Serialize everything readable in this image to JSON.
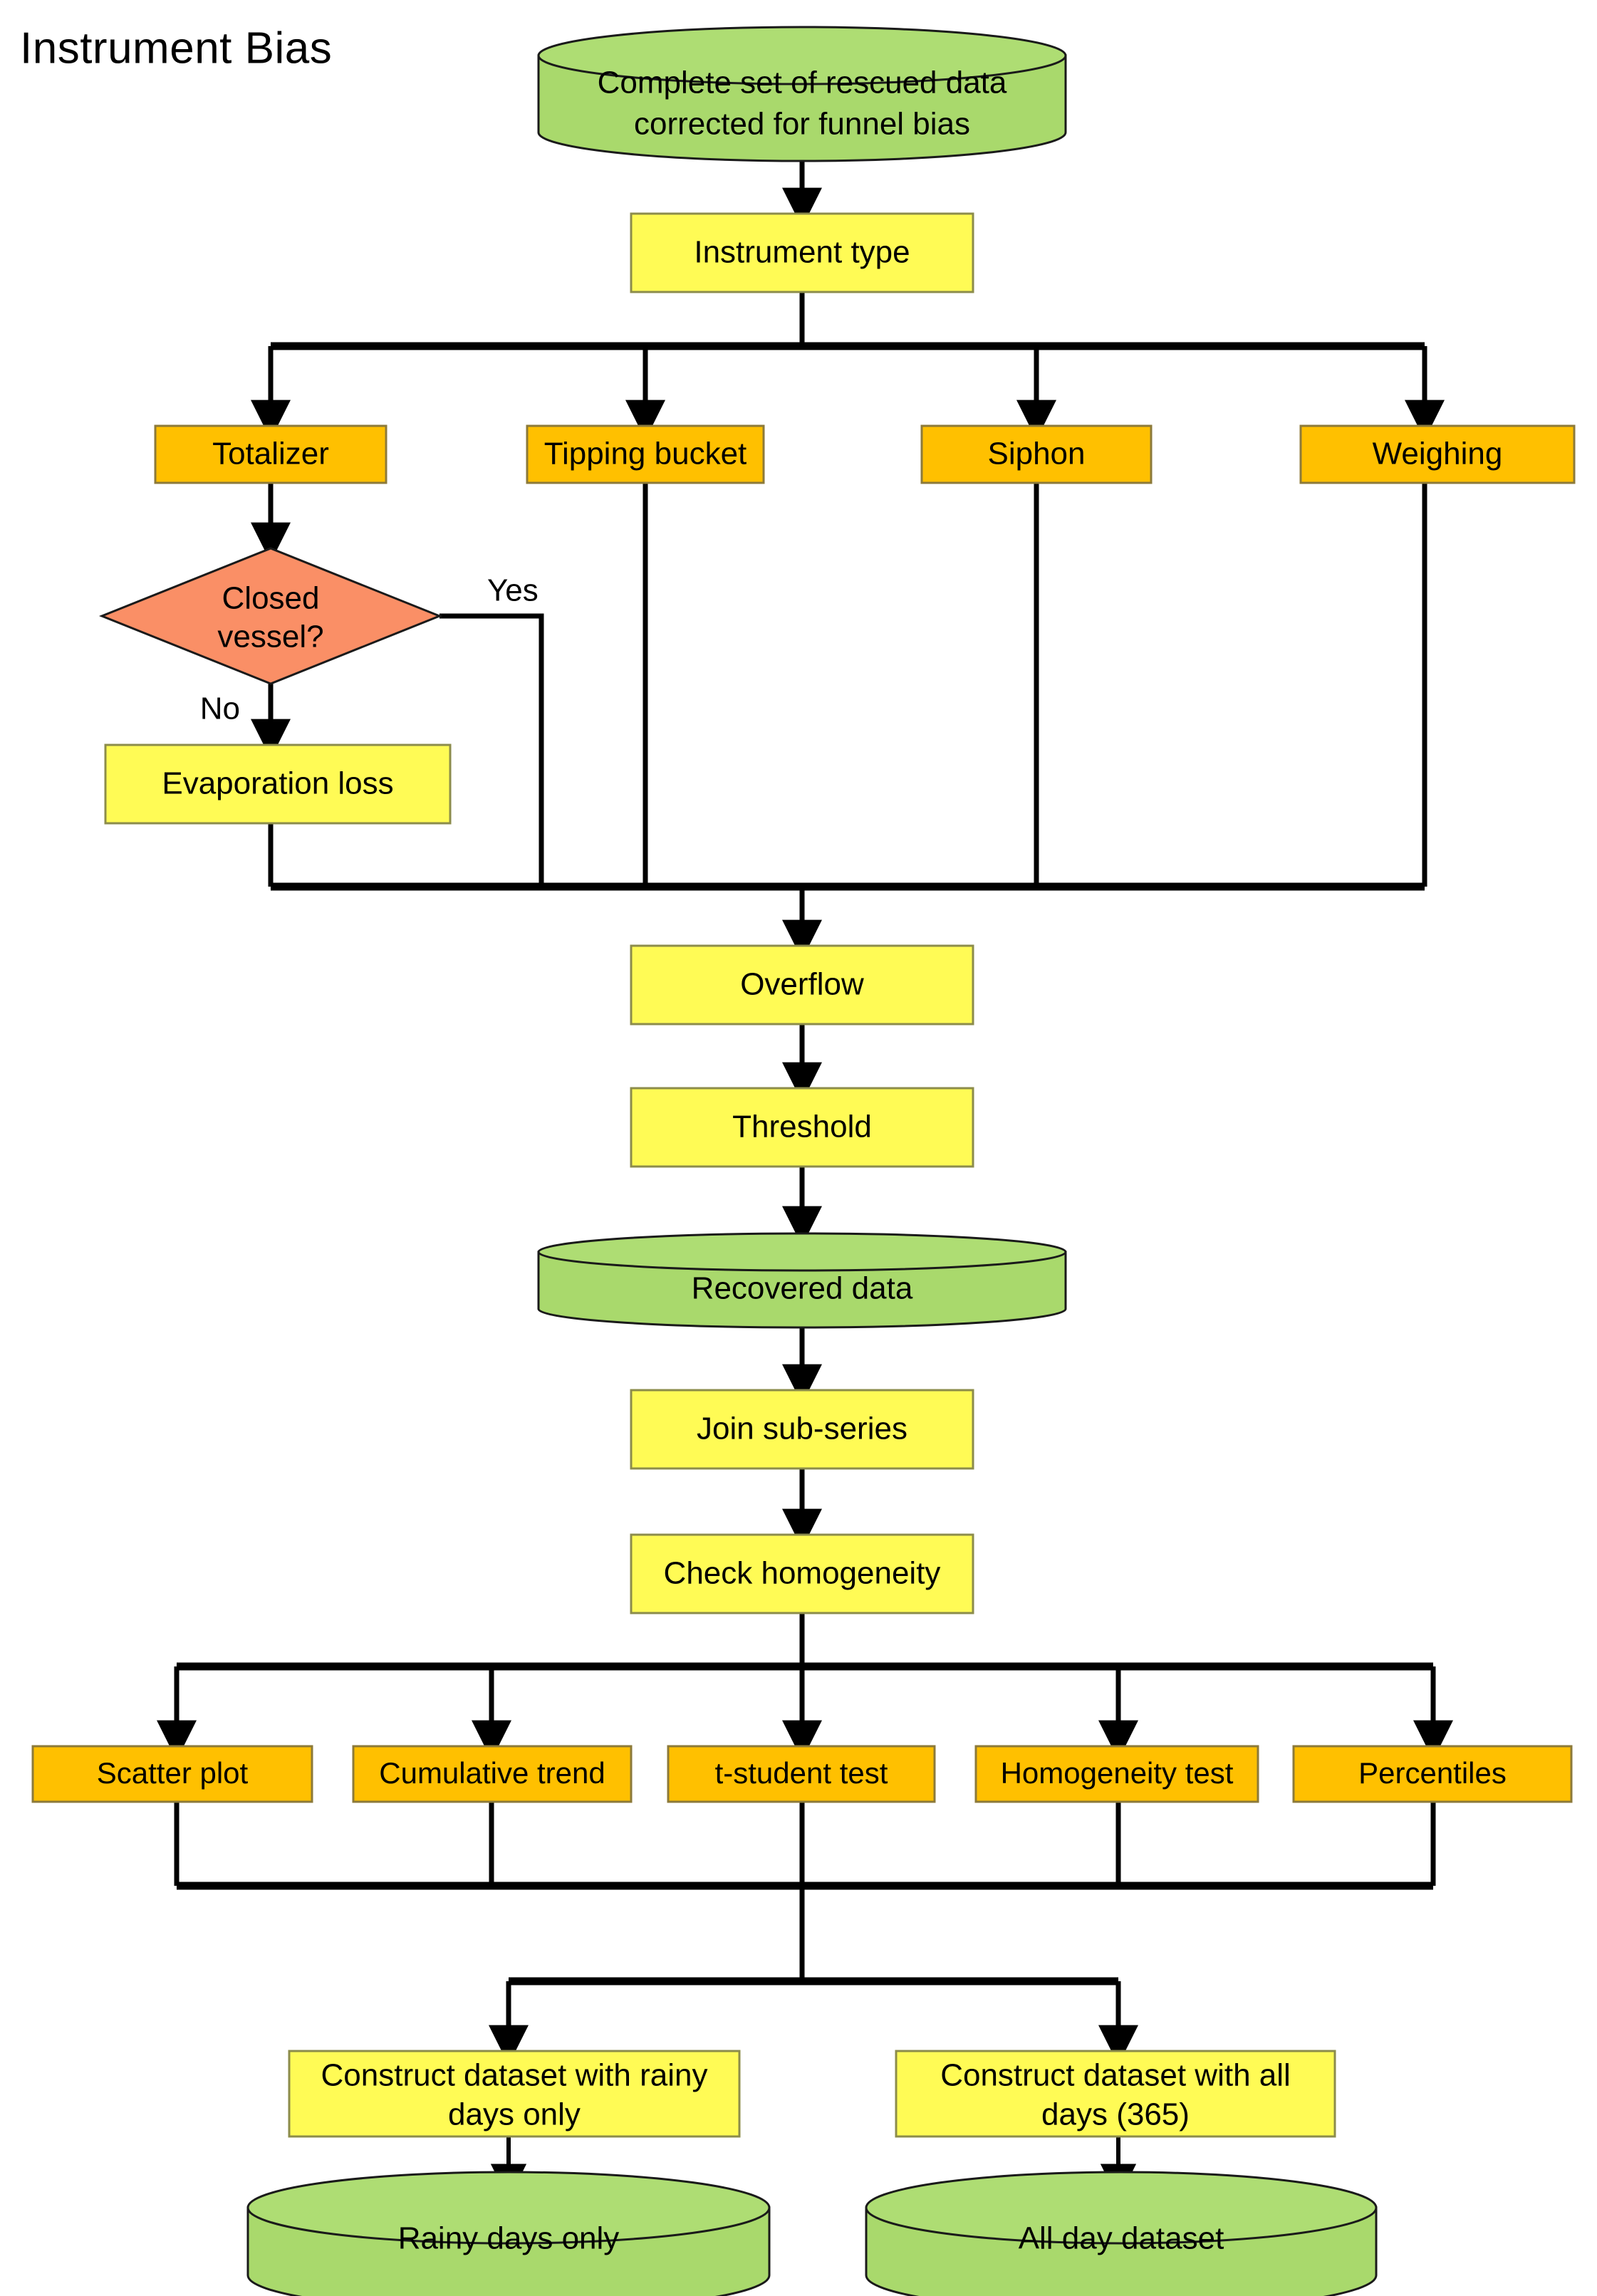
{
  "title": "Instrument  Bias",
  "colors": {
    "green_cylinder": "#A9D96C",
    "yellow_box": "#FFFB55",
    "orange_box": "#FFC000",
    "salmon_diamond": "#FA8F66",
    "connector": "#000000",
    "background": "#FFFFFF"
  },
  "nodes": {
    "source_data": {
      "line1": "Complete set of rescued data",
      "line2": "corrected for funnel bias",
      "shape": "cylinder"
    },
    "instrument_type": {
      "label": "Instrument type",
      "shape": "process"
    },
    "totalizer": {
      "label": "Totalizer",
      "shape": "process-orange"
    },
    "tipping_bucket": {
      "label": "Tipping bucket",
      "shape": "process-orange"
    },
    "siphon": {
      "label": "Siphon",
      "shape": "process-orange"
    },
    "weighing": {
      "label": "Weighing",
      "shape": "process-orange"
    },
    "closed_vessel": {
      "line1": "Closed",
      "line2": "vessel?",
      "shape": "decision"
    },
    "evaporation_loss": {
      "label": "Evaporation loss",
      "shape": "process"
    },
    "overflow": {
      "label": "Overflow",
      "shape": "process"
    },
    "threshold": {
      "label": "Threshold",
      "shape": "process"
    },
    "recovered_data": {
      "label": "Recovered data",
      "shape": "cylinder"
    },
    "join_sub_series": {
      "label": "Join sub-series",
      "shape": "process"
    },
    "check_homogeneity": {
      "label": "Check homogeneity",
      "shape": "process"
    },
    "scatter_plot": {
      "label": "Scatter plot",
      "shape": "process-orange"
    },
    "cumulative_trend": {
      "label": "Cumulative trend",
      "shape": "process-orange"
    },
    "t_student_test": {
      "label": "t-student test",
      "shape": "process-orange"
    },
    "homogeneity_test": {
      "label": "Homogeneity test",
      "shape": "process-orange"
    },
    "percentiles": {
      "label": "Percentiles",
      "shape": "process-orange"
    },
    "construct_rainy": {
      "line1": "Construct dataset with rainy",
      "line2": "days only",
      "shape": "process"
    },
    "construct_all": {
      "line1": "Construct dataset with all",
      "line2": "days (365)",
      "shape": "process"
    },
    "rainy_days_only": {
      "label": "Rainy days only",
      "shape": "cylinder"
    },
    "all_day_dataset": {
      "label": "All day dataset",
      "shape": "cylinder"
    }
  },
  "edge_labels": {
    "yes": "Yes",
    "no": "No"
  }
}
